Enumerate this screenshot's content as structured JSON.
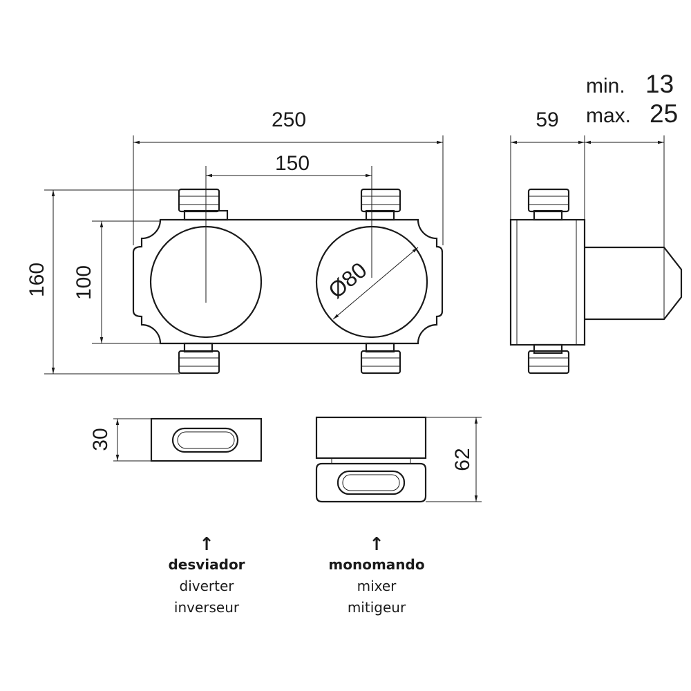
{
  "dimensions": {
    "overall_width": "250",
    "port_spacing": "150",
    "overall_height": "160",
    "body_height": "100",
    "diameter": "Ø80",
    "depth": "59",
    "adjust_min_label": "min.",
    "adjust_min_value": "13",
    "adjust_max_label": "max.",
    "adjust_max_value": "25",
    "diverter_height": "30",
    "mixer_height": "62"
  },
  "labels": {
    "arrow": "↑",
    "diverter": {
      "es": "desviador",
      "en": "diverter",
      "fr": "inverseur"
    },
    "mixer": {
      "es": "monomando",
      "en": "mixer",
      "fr": "mitigeur"
    }
  }
}
